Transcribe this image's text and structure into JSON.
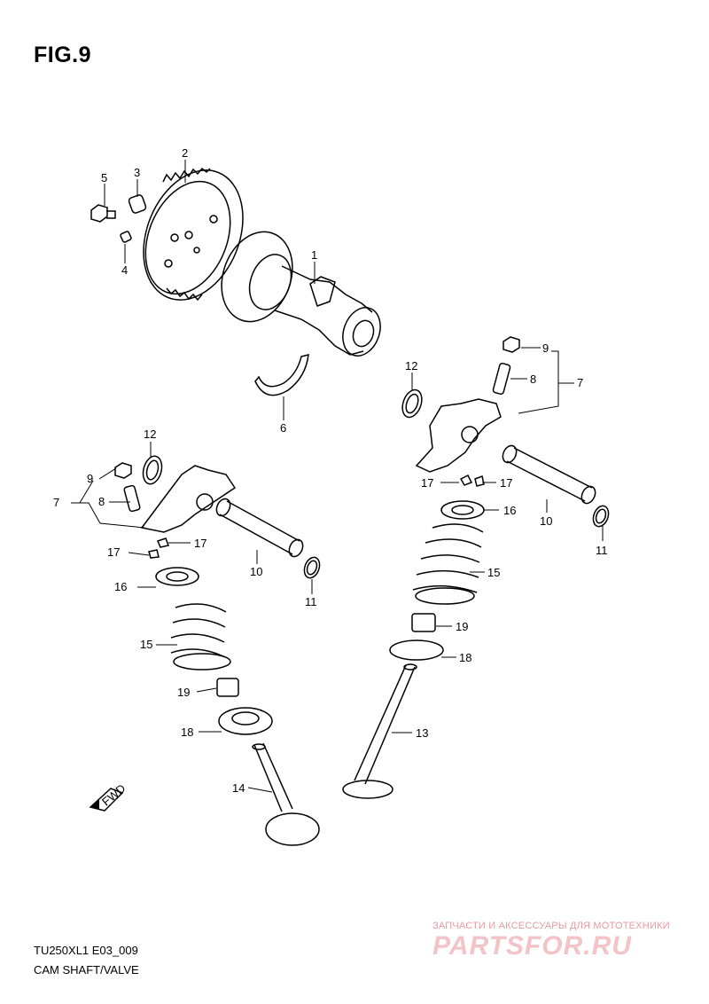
{
  "figure": {
    "title": "FIG.9"
  },
  "footer": {
    "model_code": "TU250XL1 E03_009",
    "section_title": "CAM SHAFT/VALVE"
  },
  "watermark": {
    "tagline": "ЗАПЧАСТИ И АКСЕССУАРЫ ДЛЯ МОТОТЕХНИКИ",
    "logo": "PARTSFOR.RU"
  },
  "direction_marker": {
    "text": "FWD",
    "icon": "arrow-left-icon"
  },
  "colors": {
    "line": "#000000",
    "watermark": "#e58a94"
  },
  "part_labels": [
    {
      "id": "1",
      "text": "1"
    },
    {
      "id": "2",
      "text": "2"
    },
    {
      "id": "3",
      "text": "3"
    },
    {
      "id": "4",
      "text": "4"
    },
    {
      "id": "5",
      "text": "5"
    },
    {
      "id": "6",
      "text": "6"
    },
    {
      "id": "7a",
      "text": "7"
    },
    {
      "id": "8a",
      "text": "8"
    },
    {
      "id": "9a",
      "text": "9"
    },
    {
      "id": "10a",
      "text": "10"
    },
    {
      "id": "11a",
      "text": "11"
    },
    {
      "id": "12a",
      "text": "12"
    },
    {
      "id": "17a",
      "text": "17"
    },
    {
      "id": "17b",
      "text": "17"
    },
    {
      "id": "15a",
      "text": "15"
    },
    {
      "id": "16a",
      "text": "16"
    },
    {
      "id": "13",
      "text": "13"
    },
    {
      "id": "18a",
      "text": "18"
    },
    {
      "id": "19a",
      "text": "19"
    },
    {
      "id": "9b",
      "text": "9"
    },
    {
      "id": "8b",
      "text": "8"
    },
    {
      "id": "7b",
      "text": "7"
    },
    {
      "id": "12b",
      "text": "12"
    },
    {
      "id": "17c",
      "text": "17"
    },
    {
      "id": "17d",
      "text": "17"
    },
    {
      "id": "10b",
      "text": "10"
    },
    {
      "id": "11b",
      "text": "11"
    },
    {
      "id": "16b",
      "text": "16"
    },
    {
      "id": "15b",
      "text": "15"
    },
    {
      "id": "19b",
      "text": "19"
    },
    {
      "id": "18b",
      "text": "18"
    },
    {
      "id": "14",
      "text": "14"
    }
  ]
}
